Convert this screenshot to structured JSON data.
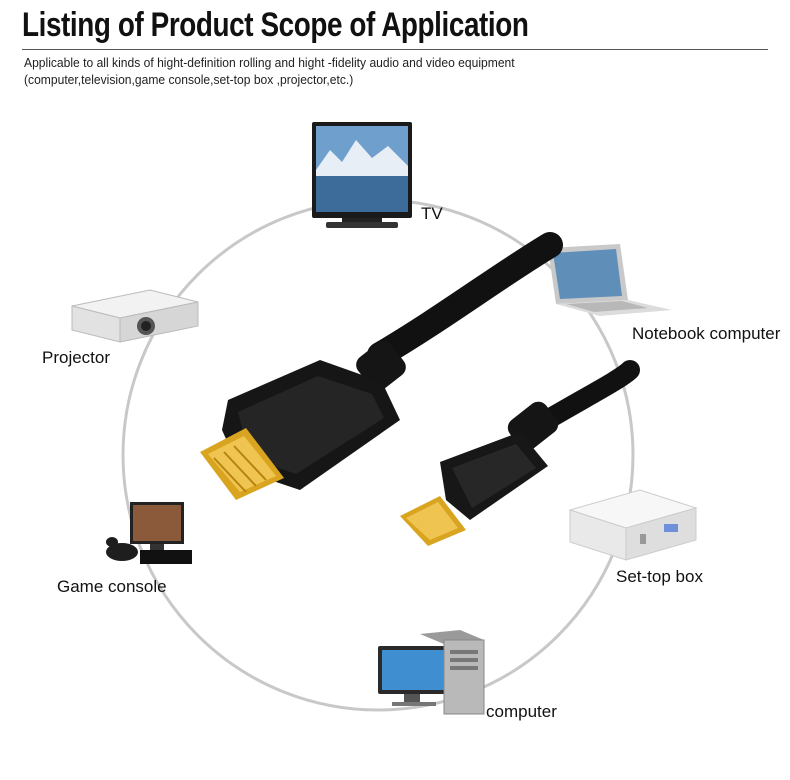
{
  "header": {
    "title": "Listing of Product Scope of Application",
    "description_line1": "Applicable to all kinds of hight-definition rolling and hight -fidelity audio and video equipment",
    "description_line2": "(computer,television,game console,set-top box ,projector,etc.)"
  },
  "devices": {
    "tv": "TV",
    "notebook": "Notebook computer",
    "projector": "Projector",
    "game_console": "Game console",
    "set_top_box": "Set-top box",
    "computer": "computer"
  },
  "colors": {
    "circle": "#c8c8c8",
    "cable": "#111111",
    "connector_gold": "#d9a520"
  }
}
